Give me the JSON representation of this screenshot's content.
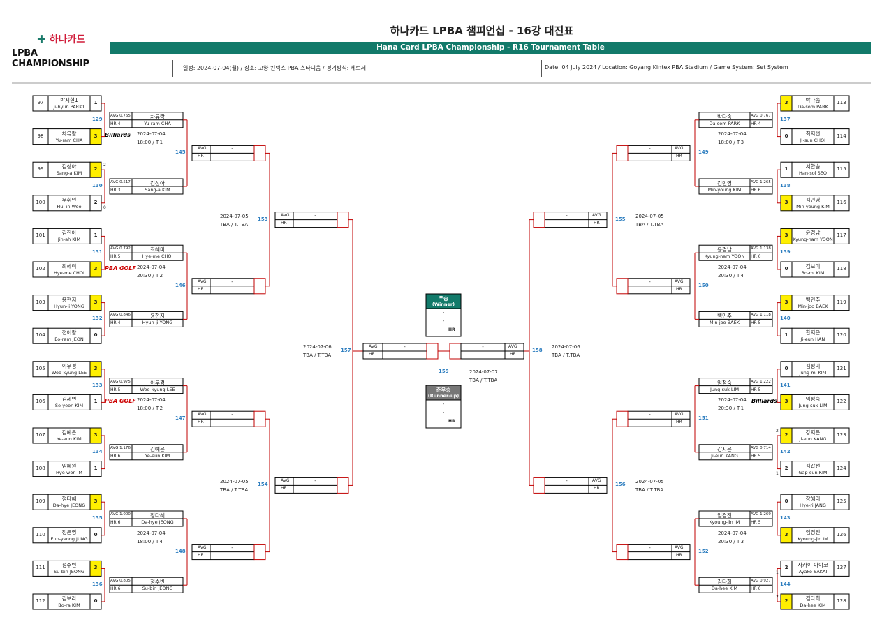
{
  "logo": {
    "brand_ko": "하나카드",
    "brand_en": "LPBA CHAMPIONSHIP"
  },
  "header": {
    "title_ko": "하나카드 LPBA 챔피언십 - 16강 대진표",
    "title_en": "Hana Card LPBA Championship - R16 Tournament Table",
    "info_ko": "일정: 2024-07-04(월) / 장소: 고양 킨텍스 PBA 스타디움 / 경기방식: 세트제",
    "info_en": "Date: 04 July 2024 / Location: Goyang Kintex PBA Stadium / Game System: Set System"
  },
  "labels": {
    "avg": "AVG",
    "hr": "HR",
    "dash": "-",
    "broadcaster_billiards": "Billiards",
    "broadcaster_pba": "PBA GOLF"
  },
  "colors": {
    "accent": "#127a6a",
    "winner_fill": "#ffef00",
    "line": "#c00000",
    "match_no": "#2f7fc0"
  },
  "chart_data": {
    "type": "table",
    "players": [
      {
        "no": "97",
        "ko": "박지현1",
        "en": "Ji-hyun PARK1",
        "score": "1",
        "side": "L"
      },
      {
        "no": "98",
        "ko": "차유람",
        "en": "Yu-ram CHA",
        "score": "3",
        "side": "L",
        "win": true
      },
      {
        "no": "99",
        "ko": "김상아",
        "en": "Sang-a KIM",
        "score": "2",
        "side": "L",
        "win": true,
        "tb": "2"
      },
      {
        "no": "100",
        "ko": "우휘인",
        "en": "Hui-in Woo",
        "score": "2",
        "side": "L",
        "tb": "0"
      },
      {
        "no": "101",
        "ko": "김진아",
        "en": "Jin-ah KIM",
        "score": "1",
        "side": "L"
      },
      {
        "no": "102",
        "ko": "최혜미",
        "en": "Hye-me CHOI",
        "score": "3",
        "side": "L",
        "win": true
      },
      {
        "no": "103",
        "ko": "용현지",
        "en": "Hyun-ji YONG",
        "score": "3",
        "side": "L",
        "win": true
      },
      {
        "no": "104",
        "ko": "전어람",
        "en": "Eo-ram JEON",
        "score": "0",
        "side": "L"
      },
      {
        "no": "105",
        "ko": "이우경",
        "en": "Woo-kyung LEE",
        "score": "3",
        "side": "L",
        "win": true
      },
      {
        "no": "106",
        "ko": "김세연",
        "en": "Se-yeon KIM",
        "score": "1",
        "side": "L"
      },
      {
        "no": "107",
        "ko": "김예은",
        "en": "Ye-eun KIM",
        "score": "3",
        "side": "L",
        "win": true
      },
      {
        "no": "108",
        "ko": "임혜원",
        "en": "Hye-won IM",
        "score": "1",
        "side": "L"
      },
      {
        "no": "109",
        "ko": "정다혜",
        "en": "Da-hye JEONG",
        "score": "3",
        "side": "L",
        "win": true
      },
      {
        "no": "110",
        "ko": "정은영",
        "en": "Eun-yeong JUNG",
        "score": "0",
        "side": "L"
      },
      {
        "no": "111",
        "ko": "정수빈",
        "en": "Su-bin JEONG",
        "score": "3",
        "side": "L",
        "win": true
      },
      {
        "no": "112",
        "ko": "김보라",
        "en": "Bo-ra KIM",
        "score": "0",
        "side": "L"
      },
      {
        "no": "113",
        "ko": "박다솜",
        "en": "Da-som PARK",
        "score": "3",
        "side": "R",
        "win": true
      },
      {
        "no": "114",
        "ko": "최지선",
        "en": "Ji-sun CHOI",
        "score": "0",
        "side": "R"
      },
      {
        "no": "115",
        "ko": "서한솔",
        "en": "Han-sol SEO",
        "score": "1",
        "side": "R"
      },
      {
        "no": "116",
        "ko": "김민영",
        "en": "Min-young KIM",
        "score": "3",
        "side": "R",
        "win": true
      },
      {
        "no": "117",
        "ko": "윤경남",
        "en": "Kyung-nam YOON",
        "score": "3",
        "side": "R",
        "win": true
      },
      {
        "no": "118",
        "ko": "김보미",
        "en": "Bo-mi KIM",
        "score": "0",
        "side": "R"
      },
      {
        "no": "119",
        "ko": "백민주",
        "en": "Min-joo BAEK",
        "score": "3",
        "side": "R",
        "win": true
      },
      {
        "no": "120",
        "ko": "한지은",
        "en": "Ji-eun HAN",
        "score": "1",
        "side": "R"
      },
      {
        "no": "121",
        "ko": "김정미",
        "en": "Jung-mi KIM",
        "score": "0",
        "side": "R"
      },
      {
        "no": "122",
        "ko": "임정숙",
        "en": "Jung-suk LIM",
        "score": "3",
        "side": "R",
        "win": true
      },
      {
        "no": "123",
        "ko": "강지은",
        "en": "Ji-eun KANG",
        "score": "2",
        "side": "R",
        "win": true,
        "tb": "2"
      },
      {
        "no": "124",
        "ko": "김갑선",
        "en": "Gap-sun KIM",
        "score": "2",
        "side": "R",
        "tb": "1"
      },
      {
        "no": "125",
        "ko": "장혜리",
        "en": "Hye-ri JANG",
        "score": "0",
        "side": "R"
      },
      {
        "no": "126",
        "ko": "임경진",
        "en": "Kyoung-jin IM",
        "score": "3",
        "side": "R",
        "win": true
      },
      {
        "no": "127",
        "ko": "사카이 아야코",
        "en": "Ayako SAKAI",
        "score": "2",
        "side": "R",
        "tb": "1"
      },
      {
        "no": "128",
        "ko": "김다희",
        "en": "Da-hee KIM",
        "score": "2",
        "side": "R",
        "win": true,
        "tb": "2"
      }
    ],
    "r16_matches": [
      {
        "no": "129",
        "ko": "차유람",
        "en": "Yu-ram CHA",
        "avg": "AVG 0.765",
        "hr": "HR 4"
      },
      {
        "no": "130",
        "ko": "김상아",
        "en": "Sang-a KIM",
        "avg": "AVG 0.517",
        "hr": "HR 3"
      },
      {
        "no": "131",
        "ko": "최혜미",
        "en": "Hye-me CHOI",
        "avg": "AVG 0.792",
        "hr": "HR 5"
      },
      {
        "no": "132",
        "ko": "용현지",
        "en": "Hyun-ji YONG",
        "avg": "AVG 0.846",
        "hr": "HR 4"
      },
      {
        "no": "133",
        "ko": "이우경",
        "en": "Woo-kyung LEE",
        "avg": "AVG 0.975",
        "hr": "HR 5"
      },
      {
        "no": "134",
        "ko": "김예은",
        "en": "Ye-eun KIM",
        "avg": "AVG 1.176",
        "hr": "HR 6"
      },
      {
        "no": "135",
        "ko": "정다혜",
        "en": "Da-hye JEONG",
        "avg": "AVG 1.000",
        "hr": "HR 6"
      },
      {
        "no": "136",
        "ko": "정수빈",
        "en": "Su-bin JEONG",
        "avg": "AVG 0.805",
        "hr": "HR 6"
      },
      {
        "no": "137",
        "ko": "박다솜",
        "en": "Da-som PARK",
        "avg": "AVG 0.767",
        "hr": "HR 4"
      },
      {
        "no": "138",
        "ko": "김민영",
        "en": "Min-young KIM",
        "avg": "AVG 1.265",
        "hr": "HR 6"
      },
      {
        "no": "139",
        "ko": "윤경남",
        "en": "Kyung-nam YOON",
        "avg": "AVG 1.138",
        "hr": "HR 6"
      },
      {
        "no": "140",
        "ko": "백민주",
        "en": "Min-joo BAEK",
        "avg": "AVG 1.118",
        "hr": "HR 5"
      },
      {
        "no": "141",
        "ko": "임정숙",
        "en": "Jung-suk LIM",
        "avg": "AVG 1.222",
        "hr": "HR 5"
      },
      {
        "no": "142",
        "ko": "강지은",
        "en": "Ji-eun KANG",
        "avg": "AVG 0.714",
        "hr": "HR 5"
      },
      {
        "no": "143",
        "ko": "임경진",
        "en": "Kyoung-jin IM",
        "avg": "AVG 1.269",
        "hr": "HR 5"
      },
      {
        "no": "144",
        "ko": "김다희",
        "en": "Da-hee KIM",
        "avg": "AVG 0.927",
        "hr": "HR 6"
      }
    ],
    "qf": [
      {
        "no": "145",
        "date": "2024-07-04",
        "time": "18:00 / T.1",
        "tv": "Billiards"
      },
      {
        "no": "146",
        "date": "2024-07-04",
        "time": "20:30 / T.2",
        "tv": "PBA GOLF"
      },
      {
        "no": "147",
        "date": "2024-07-04",
        "time": "18:00 / T.2",
        "tv": "PBA GOLF"
      },
      {
        "no": "148",
        "date": "2024-07-04",
        "time": "18:00 / T.4",
        "tv": ""
      },
      {
        "no": "149",
        "date": "2024-07-04",
        "time": "18:00 / T.3",
        "tv": ""
      },
      {
        "no": "150",
        "date": "2024-07-04",
        "time": "20:30 / T.4",
        "tv": ""
      },
      {
        "no": "151",
        "date": "2024-07-04",
        "time": "20:30 / T.1",
        "tv": "Billiards"
      },
      {
        "no": "152",
        "date": "2024-07-04",
        "time": "20:30 / T.3",
        "tv": ""
      }
    ],
    "sf": [
      {
        "no": "153",
        "date": "2024-07-05",
        "time": "TBA / T.TBA"
      },
      {
        "no": "154",
        "date": "2024-07-05",
        "time": "TBA / T.TBA"
      },
      {
        "no": "155",
        "date": "2024-07-05",
        "time": "TBA / T.TBA"
      },
      {
        "no": "156",
        "date": "2024-07-05",
        "time": "TBA / T.TBA"
      }
    ],
    "semi": [
      {
        "no": "157",
        "date": "2024-07-06",
        "time": "TBA / T.TBA"
      },
      {
        "no": "158",
        "date": "2024-07-06",
        "time": "TBA / T.TBA"
      }
    ],
    "final": {
      "no": "159",
      "date": "2024-07-07",
      "time": "TBA / T.TBA"
    },
    "winner_box": {
      "ko": "우승",
      "en": "(Winner)"
    },
    "runnerup_box": {
      "ko": "준우승",
      "en": "(Runner-up)"
    }
  }
}
